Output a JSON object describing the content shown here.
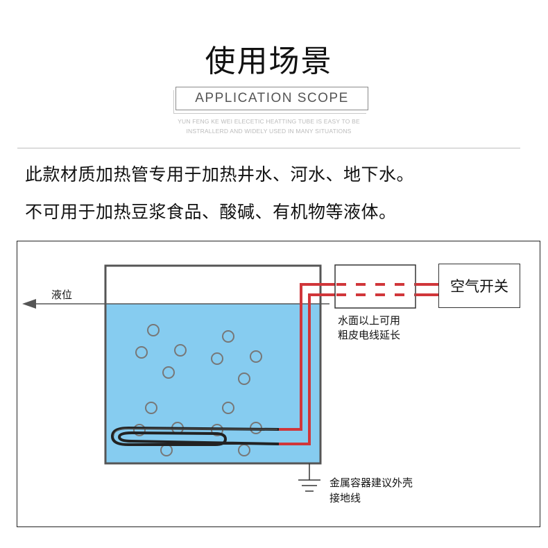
{
  "header": {
    "title": "使用场景",
    "scope_label": "APPLICATION SCOPE",
    "tagline_line1": "YUN FENG KE WEI ELECETIC HEATTING TUBE IS EASY TO BE",
    "tagline_line2": "INSTRALLERD AND WIDELY USED IN MANY SITUATIONS"
  },
  "description": {
    "line1": "此款材质加热管专用于加热井水、河水、地下水。",
    "line2": "不可用于加热豆浆食品、酸碱、有机物等液体。"
  },
  "diagram": {
    "liquid_level_label": "液位",
    "cable_note_line1": "水面以上可用",
    "cable_note_line2": "粗皮电线延长",
    "switch_label": "空气开关",
    "ground_note_line1": "金属容器建议外壳",
    "ground_note_line2": "接地线",
    "colors": {
      "water": "#86ccf0",
      "wire": "#d0363a",
      "tank_border": "#555555",
      "bubble": "#777777",
      "heater": "#222222"
    }
  }
}
